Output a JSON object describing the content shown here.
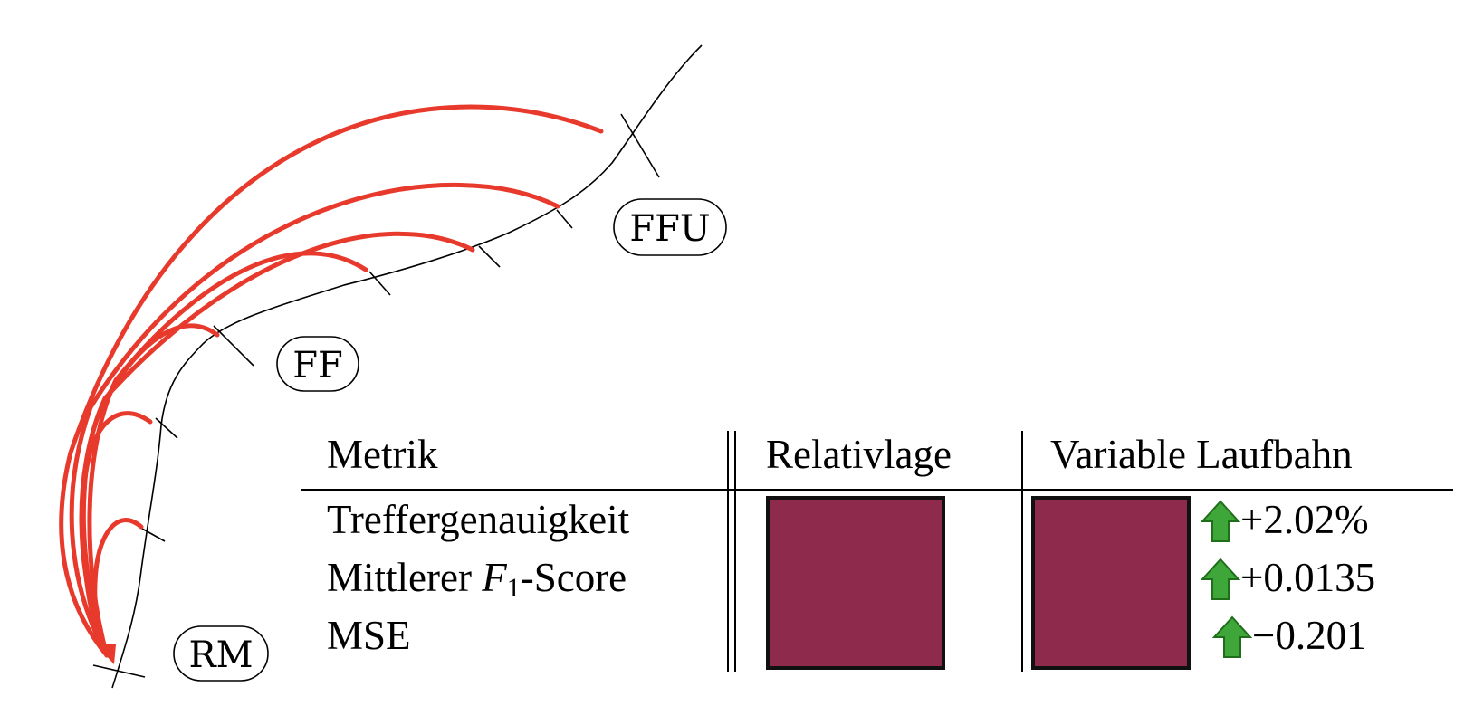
{
  "stages": [
    {
      "id": "ffu",
      "label": "FFU"
    },
    {
      "id": "ff",
      "label": "FF"
    },
    {
      "id": "rm",
      "label": "RM"
    }
  ],
  "table": {
    "headers": [
      "Metrik",
      "Relativlage",
      "Variable Laufbahn"
    ],
    "rows": [
      {
        "metric": "Treffergenauigkeit",
        "delta": "+2.02%",
        "direction": "up"
      },
      {
        "metric_prefix": "Mittlerer ",
        "metric_symbol": "F",
        "metric_subscript": "1",
        "metric_suffix": "-Score",
        "delta": "+0.0135",
        "direction": "up"
      },
      {
        "metric": "MSE",
        "delta": "−0.201",
        "direction": "up"
      }
    ],
    "relativlage_color": "#8e2b4c",
    "laufbahn_color": "#8e2b4c"
  },
  "colors": {
    "arc": "#e83a2c",
    "arrow_fill": "#3fa63a",
    "arrow_dark": "#1e6e1a"
  },
  "icons": {
    "improvement": "green-up-arrow-icon"
  }
}
